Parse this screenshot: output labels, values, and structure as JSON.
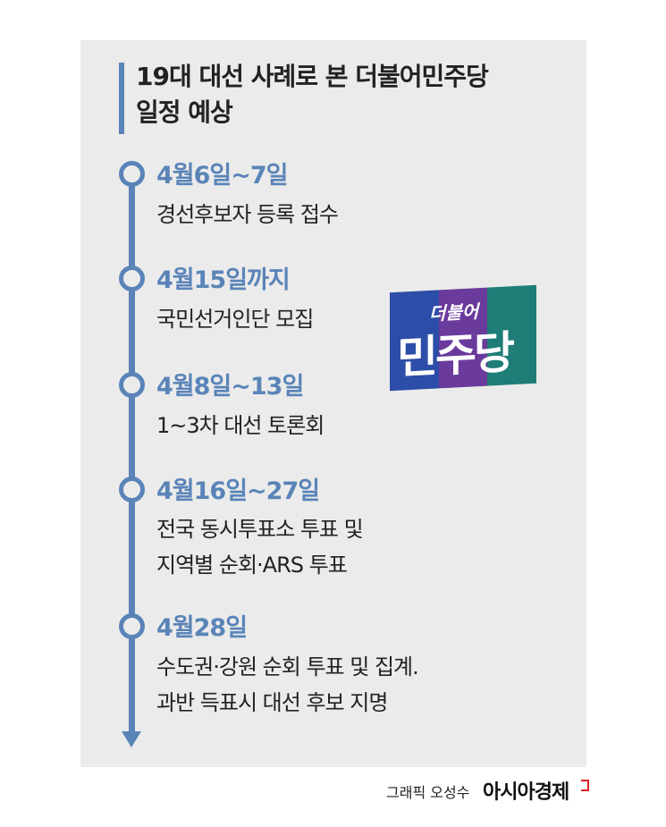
{
  "title": [
    "19대 대선 사례로 본 더불어민주당",
    "일정 예상"
  ],
  "events": [
    {
      "date": "4월6일~7일",
      "desc": [
        "경선후보자 등록 접수"
      ]
    },
    {
      "date": "4월15일까지",
      "desc": [
        "국민선거인단 모집"
      ]
    },
    {
      "date": "4월8일~13일",
      "desc": [
        "1~3차 대선 토론회"
      ]
    },
    {
      "date": "4월16일~27일",
      "desc": [
        "전국 동시투표소 투표 및",
        "지역별 순회·ARS 투표"
      ]
    },
    {
      "date": "4월28일",
      "desc": [
        "수도권·강원 순회 투표 및 집계.",
        "과반 득표시 대선 후보 지명"
      ]
    }
  ],
  "logo": {
    "small": "더불어",
    "large": "민주당",
    "colors": [
      "#2c4ea8",
      "#6a3a9c",
      "#1f7d78"
    ]
  },
  "credit": "그래픽 오성수",
  "brand": "아시아경제"
}
